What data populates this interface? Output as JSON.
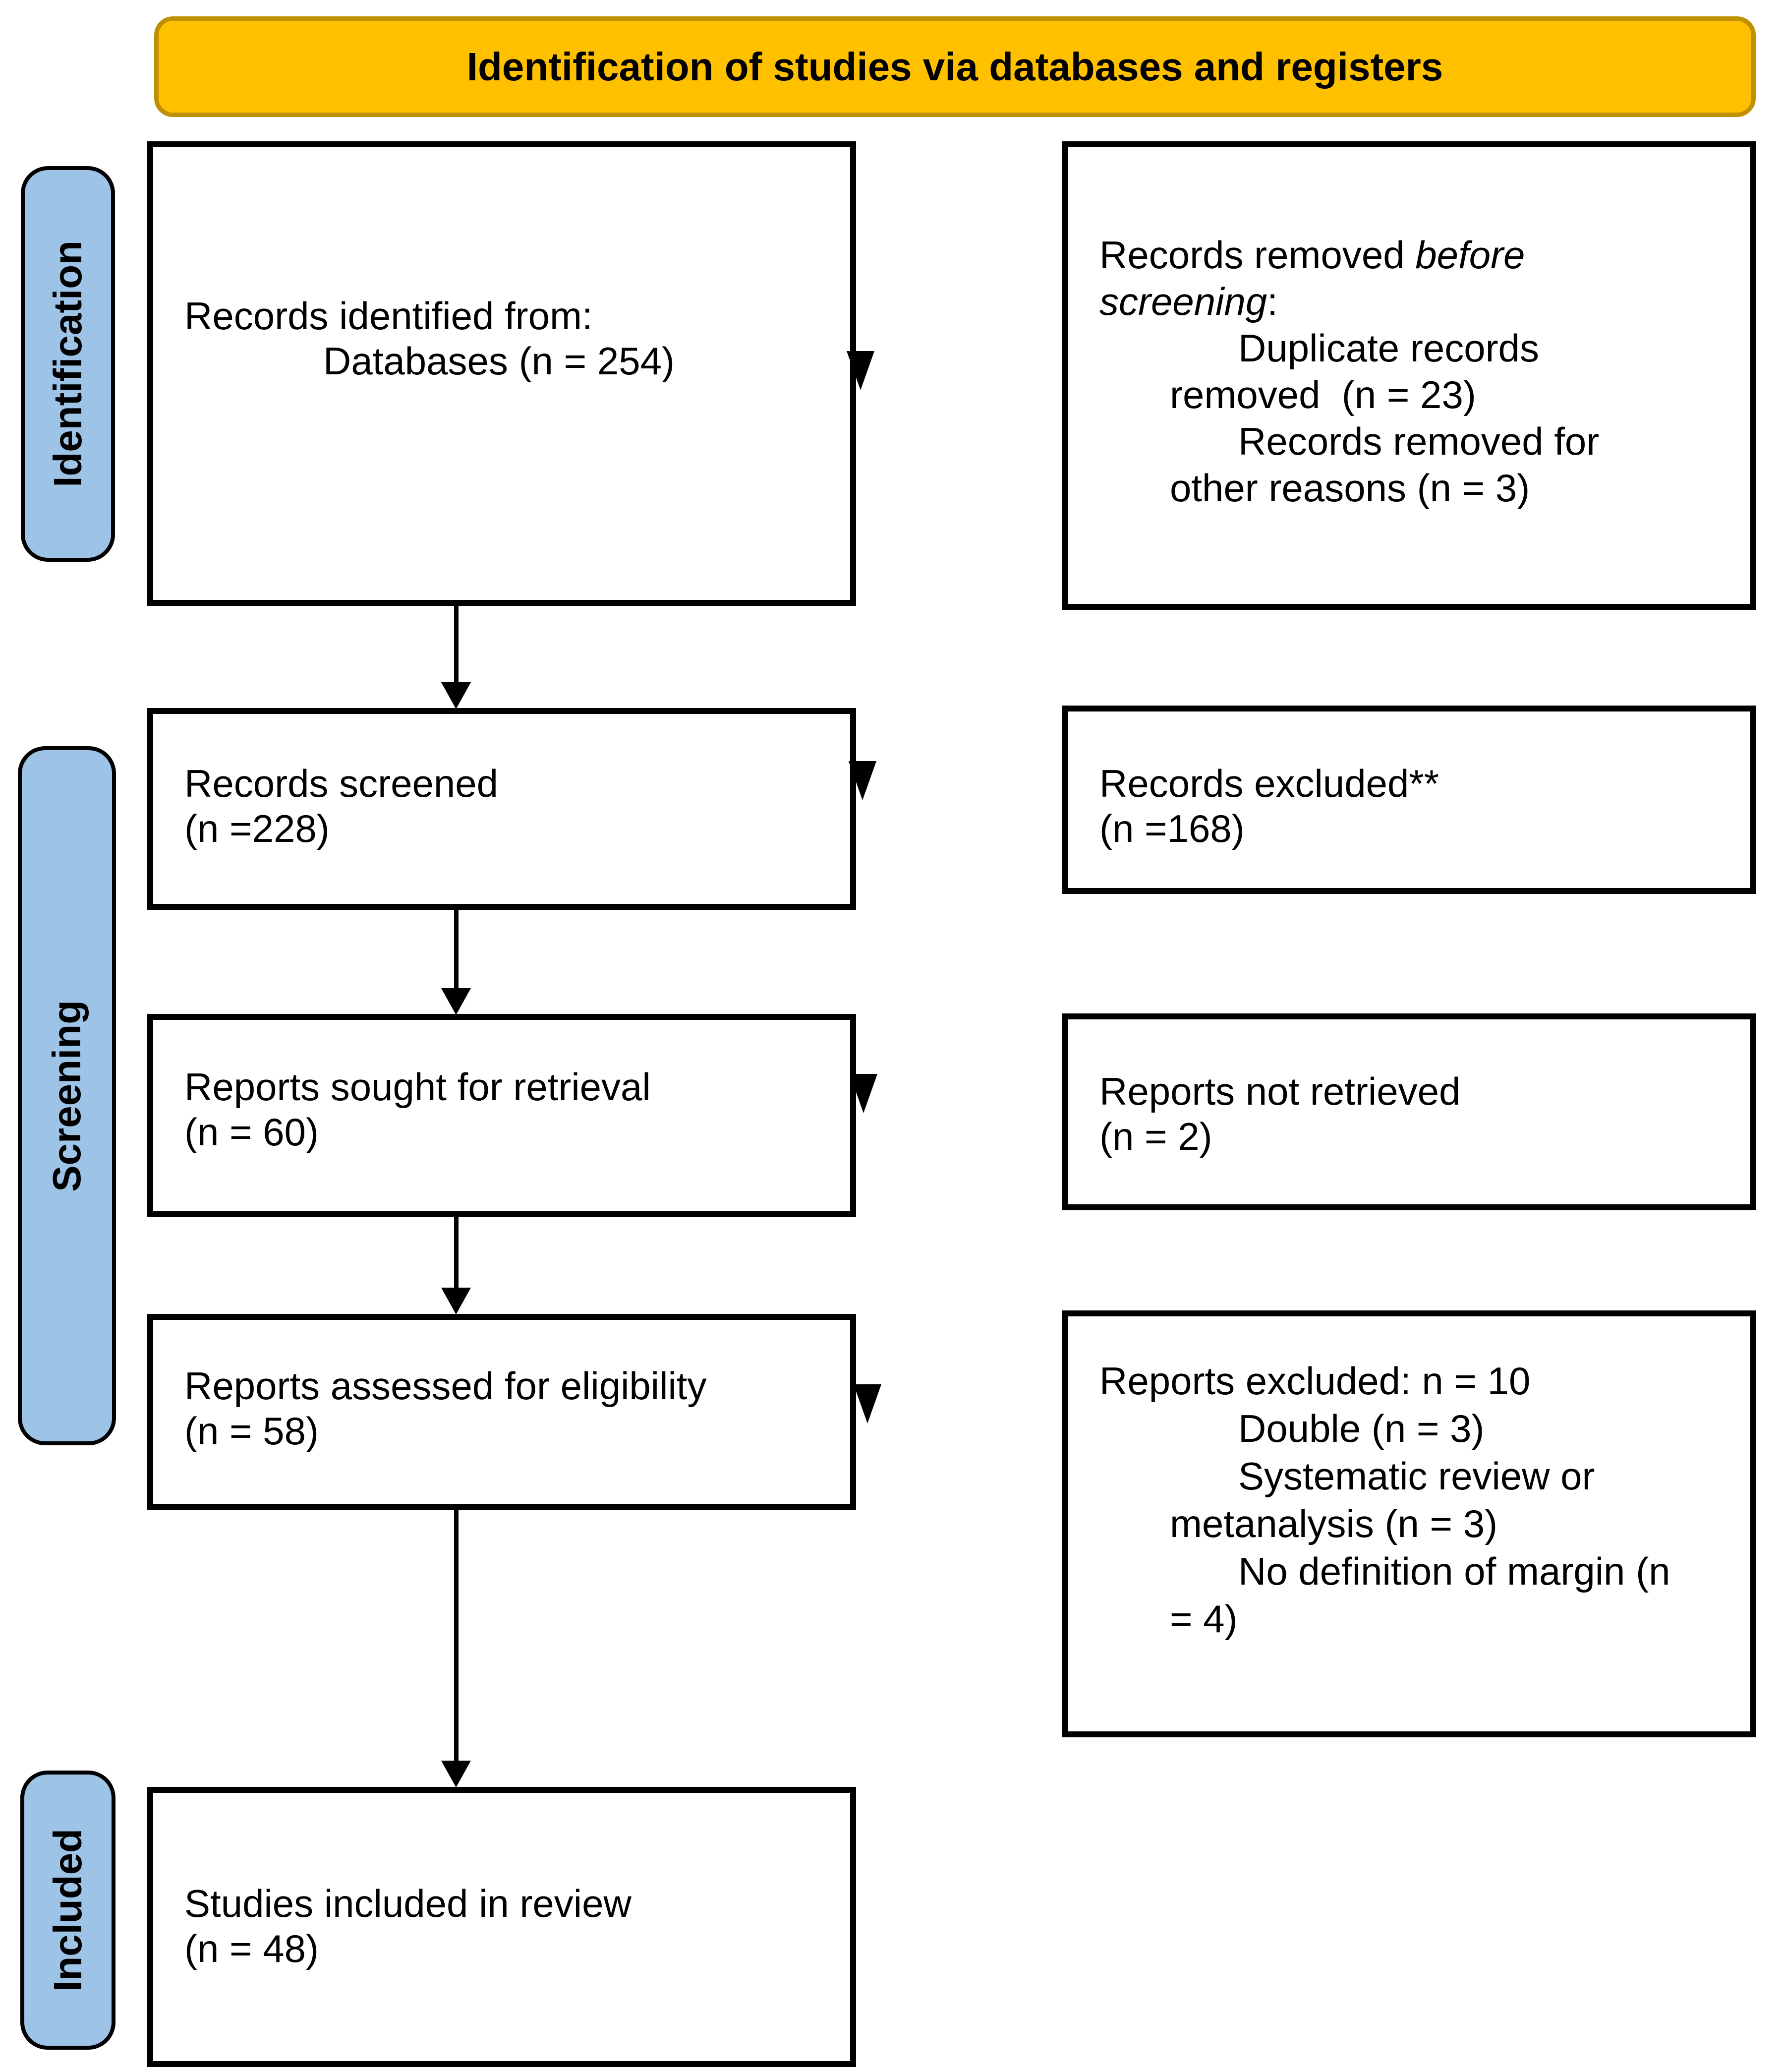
{
  "header": {
    "title": "Identification of studies via databases and registers"
  },
  "side_labels": {
    "identification": "Identification",
    "screening": "Screening",
    "included": "Included"
  },
  "left_boxes": {
    "identified": {
      "line1": "Records identified from:",
      "line2": "Databases (n = 254)"
    },
    "screened": {
      "line1": "Records screened",
      "line2": "(n =228)"
    },
    "sought": {
      "line1": "Reports sought for retrieval",
      "line2": "(n = 60)"
    },
    "assessed": {
      "line1": "Reports assessed for eligibility",
      "line2": "(n = 58)"
    },
    "included": {
      "line1": "Studies included in review",
      "line2": "(n = 48)"
    }
  },
  "right_boxes": {
    "removed_before_screening": {
      "line1_normal": "Records removed ",
      "line1_italic": "before",
      "line2_italic": "screening",
      "line2_normal": ":",
      "line3": "Duplicate records",
      "line4": "removed  (n = 23)",
      "line5": "Records removed for",
      "line6": "other reasons (n = 3)"
    },
    "excluded": {
      "line1": "Records excluded**",
      "line2": "(n =168)"
    },
    "not_retrieved": {
      "line1": "Reports not retrieved",
      "line2": "(n = 2)"
    },
    "reports_excluded": {
      "line1": "Reports excluded: n = 10",
      "line2": "Double (n = 3)",
      "line3": "Systematic review or",
      "line4": "metanalysis (n = 3)",
      "line5": "No definition of margin (n",
      "line6": "= 4)"
    }
  },
  "colors": {
    "header_fill": "#FFC000",
    "header_border": "#BF9000",
    "stage_label_fill": "#9DC3E6",
    "stage_label_border": "#000000",
    "box_border": "#000000",
    "arrow": "#000000",
    "text": "#000000"
  }
}
